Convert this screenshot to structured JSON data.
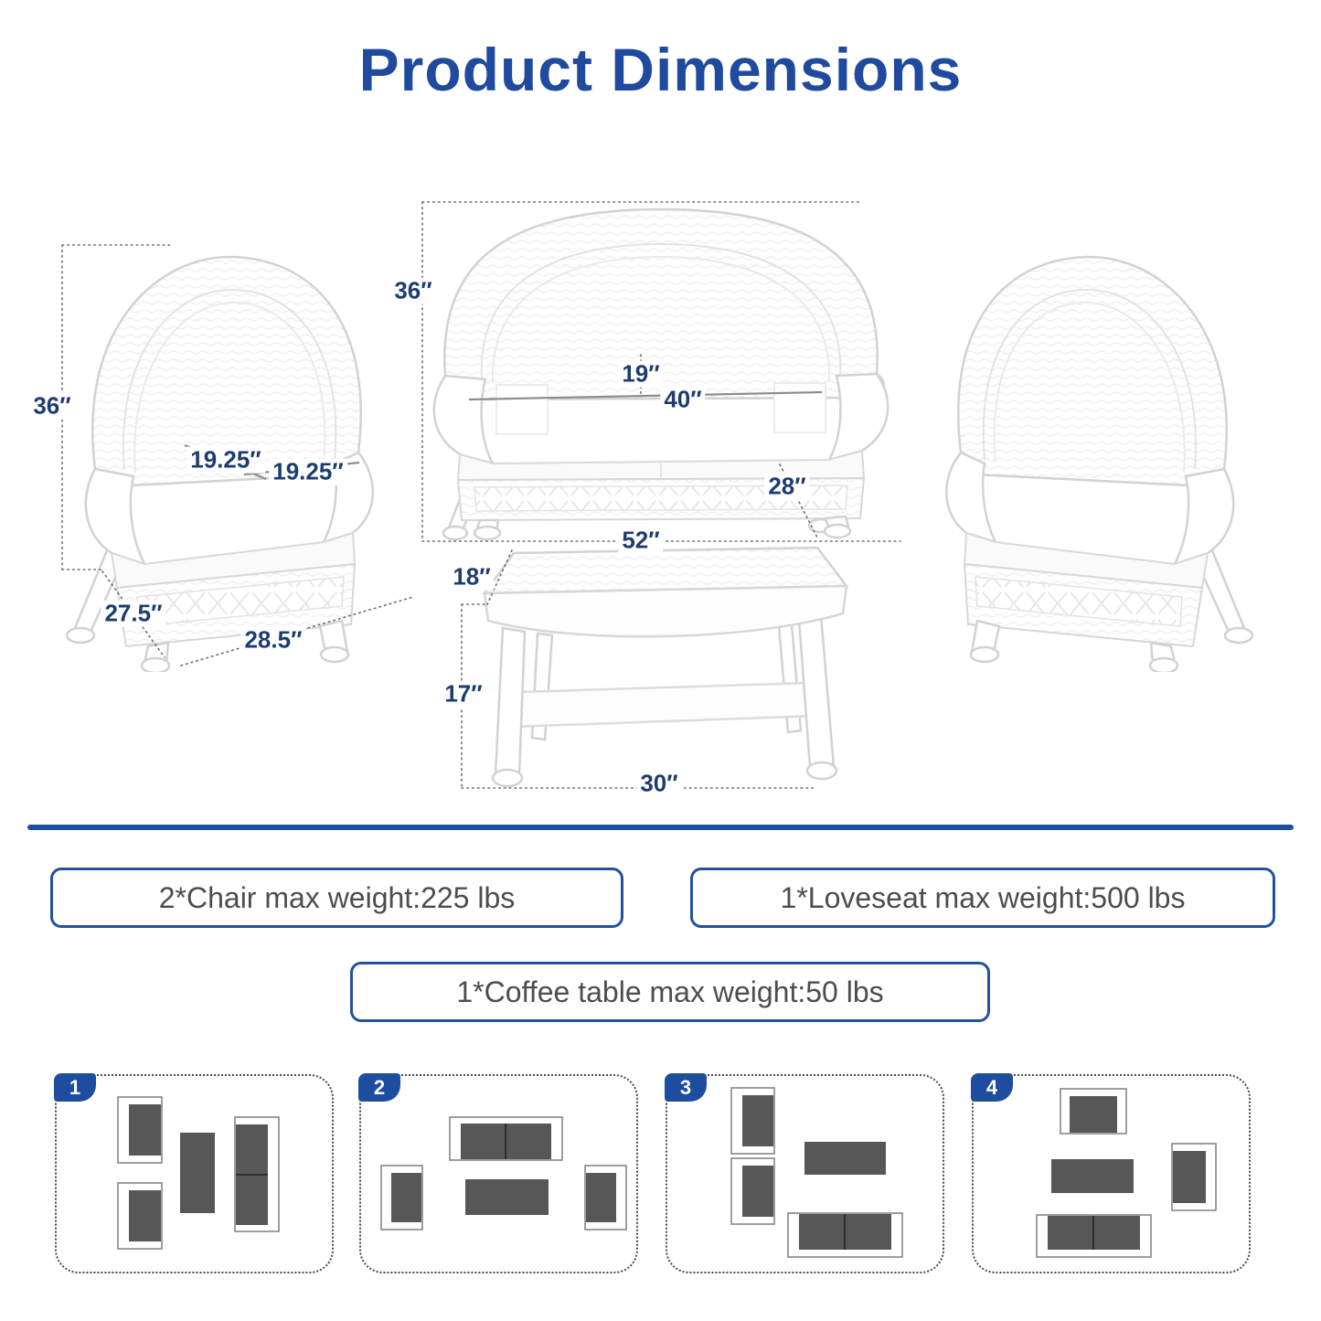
{
  "title": "Product Dimensions",
  "dims": {
    "chair": {
      "height": "36″",
      "seat_depth": "19.25″",
      "seat_width": "19.25″",
      "base_depth": "27.5″",
      "base_width": "28.5″"
    },
    "loveseat": {
      "height": "36″",
      "seat_depth": "19″",
      "seat_width": "40″",
      "base_depth": "28″",
      "base_width": "52″"
    },
    "coffee_table": {
      "depth": "18″",
      "height": "17″",
      "width": "30″"
    }
  },
  "weight_limits": [
    {
      "label": "2*Chair max weight:225 lbs"
    },
    {
      "label": "1*Loveseat max weight:500 lbs"
    },
    {
      "label": "1*Coffee table max weight:50 lbs"
    }
  ],
  "layouts": [
    {
      "number": "1"
    },
    {
      "number": "2"
    },
    {
      "number": "3"
    },
    {
      "number": "4"
    }
  ],
  "colors": {
    "title_blue": "#1f4a9d",
    "dim_navy": "#1d3d6f",
    "divider_blue": "#1e4da0",
    "box_border": "#24519b",
    "box_text": "#4d4d4d",
    "tab_blue": "#1e4da0",
    "furniture_dark": "#575757"
  }
}
